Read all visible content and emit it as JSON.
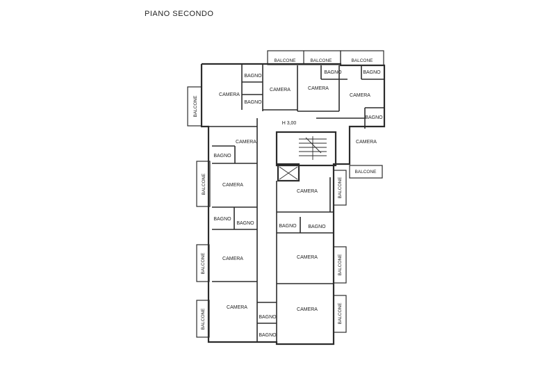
{
  "title": "PIANO SECONDO",
  "labels": {
    "camera": "CAMERA",
    "bagno": "BAGNO",
    "balcone": "BALCONE",
    "height": "H 3,00"
  },
  "colors": {
    "wall": "#2b2b2b",
    "ink": "#222222",
    "background": "#ffffff"
  }
}
